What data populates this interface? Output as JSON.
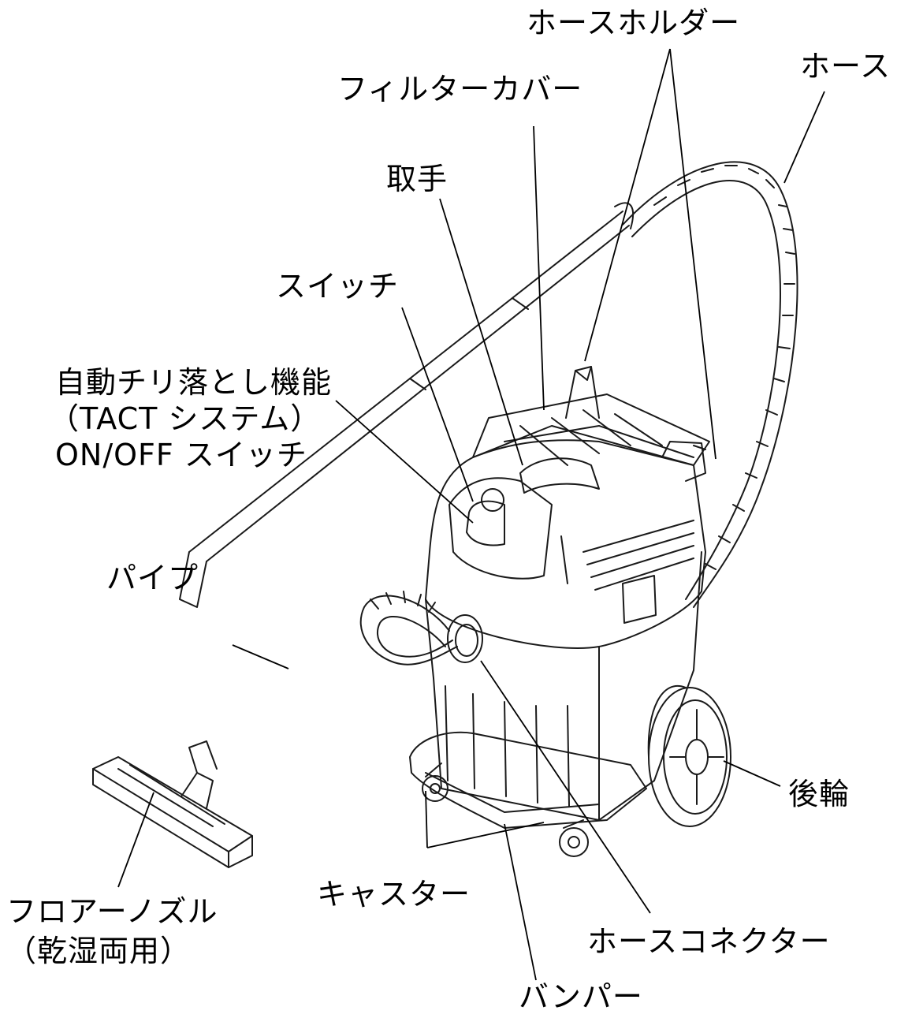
{
  "labels": {
    "hose_holder": "ホースホルダー",
    "hose": "ホース",
    "filter_cover": "フィルターカバー",
    "handle": "取手",
    "switch": "スイッチ",
    "auto_dust_line1": "自動チリ落とし機能",
    "auto_dust_line2": "（TACT システム）",
    "auto_dust_line3": "ON/OFF スイッチ",
    "pipe": "パイプ",
    "rear_wheel": "後輪",
    "floor_nozzle_line1": "フロアーノズル",
    "floor_nozzle_line2": "（乾湿両用）",
    "caster": "キャスター",
    "hose_connector": "ホースコネクター",
    "bumper": "バンパー"
  },
  "colors": {
    "line": "#000000",
    "drawing": "#1a1a1a",
    "background": "#ffffff"
  }
}
